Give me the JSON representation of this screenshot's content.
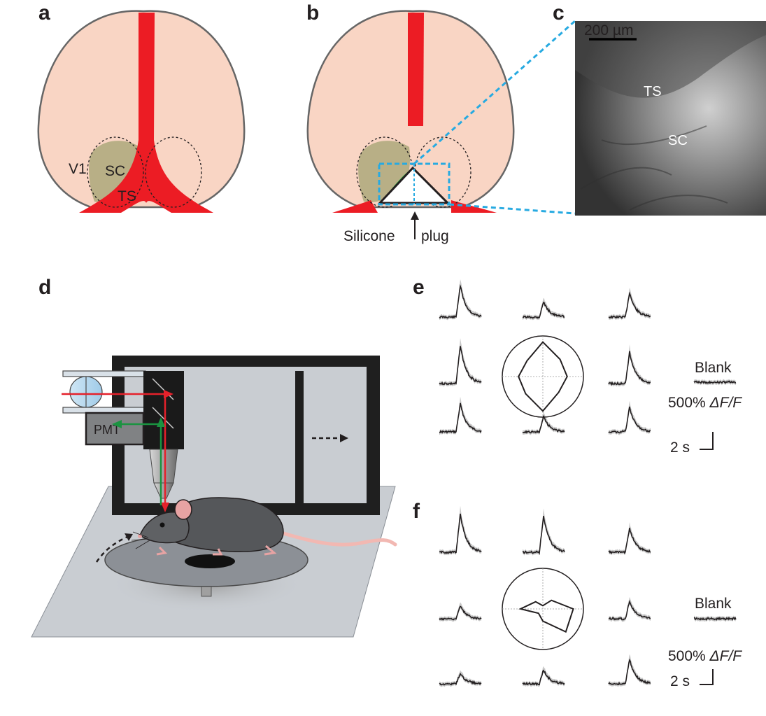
{
  "panels": {
    "a": "a",
    "b": "b",
    "c": "c",
    "d": "d",
    "e": "e",
    "f": "f"
  },
  "panel_a": {
    "v1": "V1",
    "sc": "SC",
    "ts": "TS"
  },
  "panel_b": {
    "silicone": "Silicone",
    "plug": "plug"
  },
  "panel_c": {
    "scalebar": "200 µm",
    "ts": "TS",
    "sc": "SC"
  },
  "panel_d": {
    "pmt": "PMT"
  },
  "panel_e": {
    "blank": "Blank",
    "scale_pct": "500% ",
    "scale_unit": "ΔF/F",
    "scale_time": "2 s",
    "polar_radii": [
      0.6,
      0.6,
      0.85,
      0.55,
      0.6,
      0.6,
      0.85,
      0.55
    ]
  },
  "panel_f": {
    "blank": "Blank",
    "scale_pct": "500% ",
    "scale_unit": "ΔF/F",
    "scale_time": "2 s",
    "polar_radii": [
      0.75,
      0.3,
      0.08,
      0.25,
      0.55,
      0.15,
      0.3,
      0.8
    ]
  },
  "colors": {
    "cortex": "#f9d5c4",
    "sinus": "#ec1c24",
    "sc_region": "#b4ad83",
    "plug_green": "#1fab3b",
    "fov_dashed": "#27aae1",
    "laser_red": "#e5212b",
    "emission_green": "#1a9340",
    "rig_black": "#231f20"
  }
}
